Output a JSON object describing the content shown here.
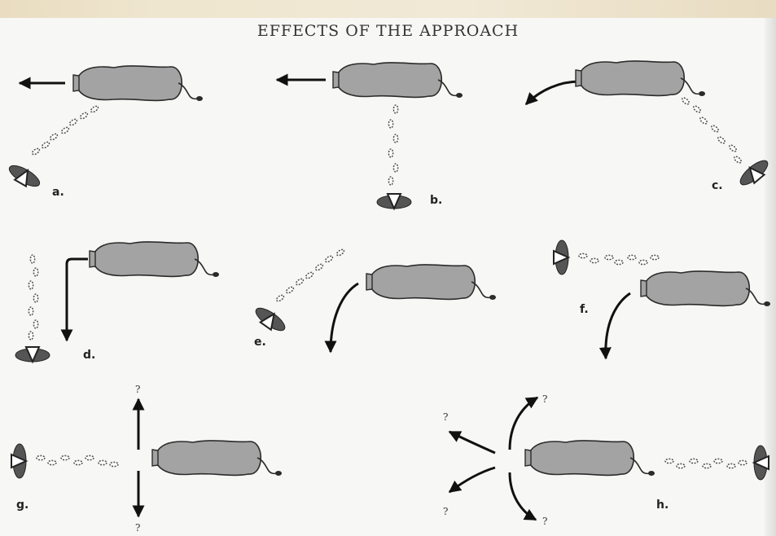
{
  "title": "EFFECTS OF THE APPROACH",
  "panels": [
    {
      "id": "a",
      "label": "a."
    },
    {
      "id": "b",
      "label": "b."
    },
    {
      "id": "c",
      "label": "c."
    },
    {
      "id": "d",
      "label": "d."
    },
    {
      "id": "e",
      "label": "e."
    },
    {
      "id": "f",
      "label": "f."
    },
    {
      "id": "g",
      "label": "g.",
      "question_marks": [
        "?",
        "?"
      ]
    },
    {
      "id": "h",
      "label": "h.",
      "question_marks": [
        "?",
        "?",
        "?",
        "?"
      ]
    }
  ],
  "colors": {
    "animal_fill": "#a3a3a3",
    "outline": "#2b2b2b",
    "arrow": "#111111",
    "handler": "#555555"
  }
}
